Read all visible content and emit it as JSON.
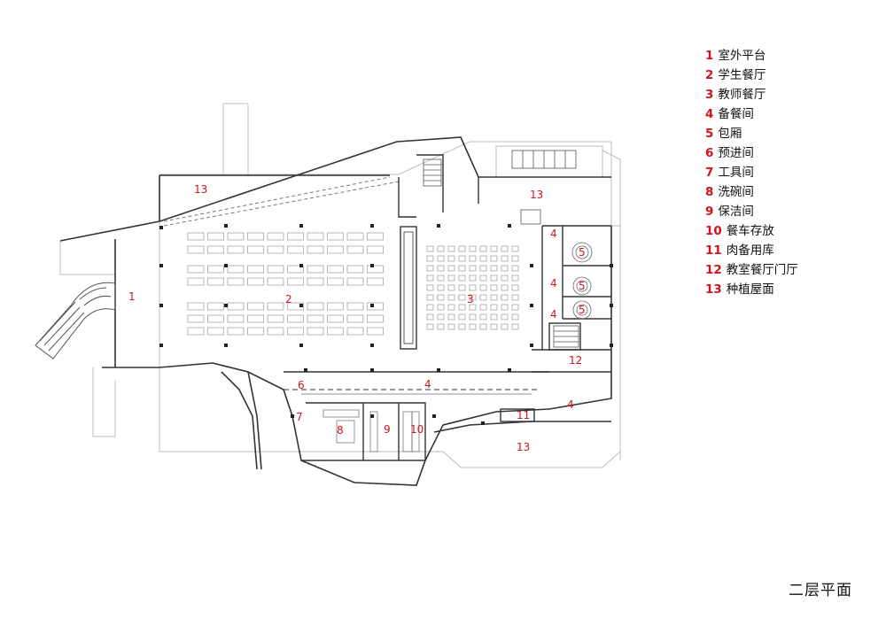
{
  "title": "二层平面",
  "legend": [
    {
      "num": "1",
      "label": "室外平台"
    },
    {
      "num": "2",
      "label": "学生餐厅"
    },
    {
      "num": "3",
      "label": "教师餐厅"
    },
    {
      "num": "4",
      "label": "备餐间"
    },
    {
      "num": "5",
      "label": "包厢"
    },
    {
      "num": "6",
      "label": "预进间"
    },
    {
      "num": "7",
      "label": "工具间"
    },
    {
      "num": "8",
      "label": "洗碗间"
    },
    {
      "num": "9",
      "label": "保洁间"
    },
    {
      "num": "10",
      "label": "餐车存放"
    },
    {
      "num": "11",
      "label": "肉备用库"
    },
    {
      "num": "12",
      "label": "教室餐厅门厅"
    },
    {
      "num": "13",
      "label": "种植屋面"
    }
  ],
  "room_labels": {
    "r1": "1",
    "r2": "2",
    "r3": "3",
    "r4a": "4",
    "r4b": "4",
    "r4c": "4",
    "r4d": "4",
    "r4e": "4",
    "r5a": "5",
    "r5b": "5",
    "r5c": "5",
    "r6": "6",
    "r7": "7",
    "r8": "8",
    "r9": "9",
    "r10": "10",
    "r11": "11",
    "r12": "12",
    "r13a": "13",
    "r13b": "13",
    "r13c": "13"
  },
  "colors": {
    "accent": "#d0141b",
    "line": "#444444",
    "light": "#bdbdbd"
  }
}
